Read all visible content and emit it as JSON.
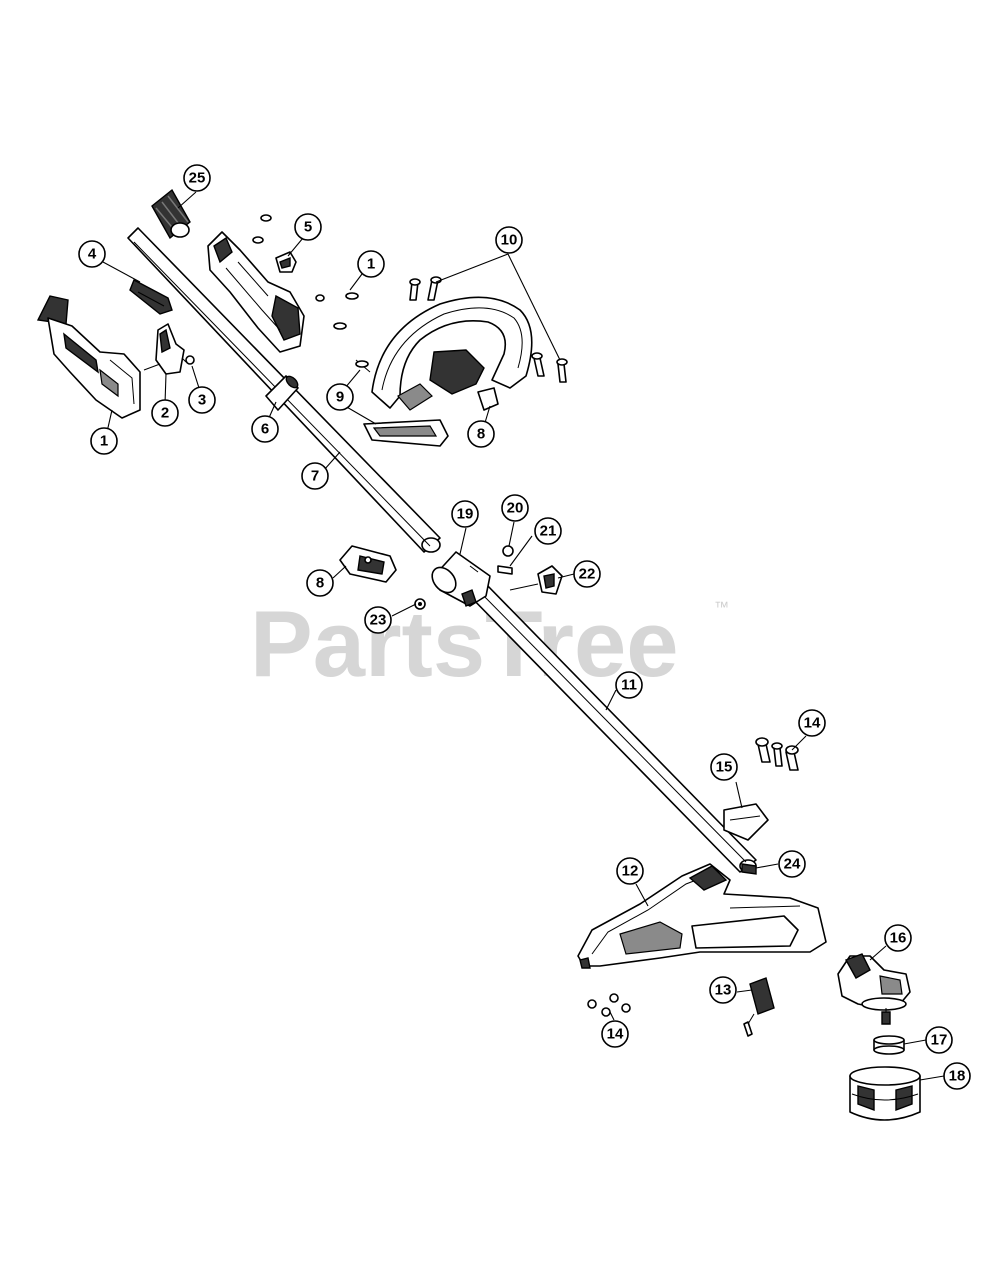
{
  "watermark": {
    "text": "PartsTree",
    "trademark": "™"
  },
  "callouts": [
    {
      "id": "c25",
      "label": "25"
    },
    {
      "id": "c4",
      "label": "4"
    },
    {
      "id": "c5",
      "label": "5"
    },
    {
      "id": "c1a",
      "label": "1"
    },
    {
      "id": "c10",
      "label": "10"
    },
    {
      "id": "c2",
      "label": "2"
    },
    {
      "id": "c3",
      "label": "3"
    },
    {
      "id": "c1b",
      "label": "1"
    },
    {
      "id": "c6",
      "label": "6"
    },
    {
      "id": "c9",
      "label": "9"
    },
    {
      "id": "c8a",
      "label": "8"
    },
    {
      "id": "c7",
      "label": "7"
    },
    {
      "id": "c20",
      "label": "20"
    },
    {
      "id": "c19",
      "label": "19"
    },
    {
      "id": "c21",
      "label": "21"
    },
    {
      "id": "c22",
      "label": "22"
    },
    {
      "id": "c8b",
      "label": "8"
    },
    {
      "id": "c23",
      "label": "23"
    },
    {
      "id": "c11",
      "label": "11"
    },
    {
      "id": "c14a",
      "label": "14"
    },
    {
      "id": "c15",
      "label": "15"
    },
    {
      "id": "c24",
      "label": "24"
    },
    {
      "id": "c12",
      "label": "12"
    },
    {
      "id": "c16",
      "label": "16"
    },
    {
      "id": "c13",
      "label": "13"
    },
    {
      "id": "c17",
      "label": "17"
    },
    {
      "id": "c14b",
      "label": "14"
    },
    {
      "id": "c18",
      "label": "18"
    }
  ],
  "colors": {
    "line": "#000000",
    "background": "#ffffff",
    "watermark": "#d6d6d6"
  }
}
